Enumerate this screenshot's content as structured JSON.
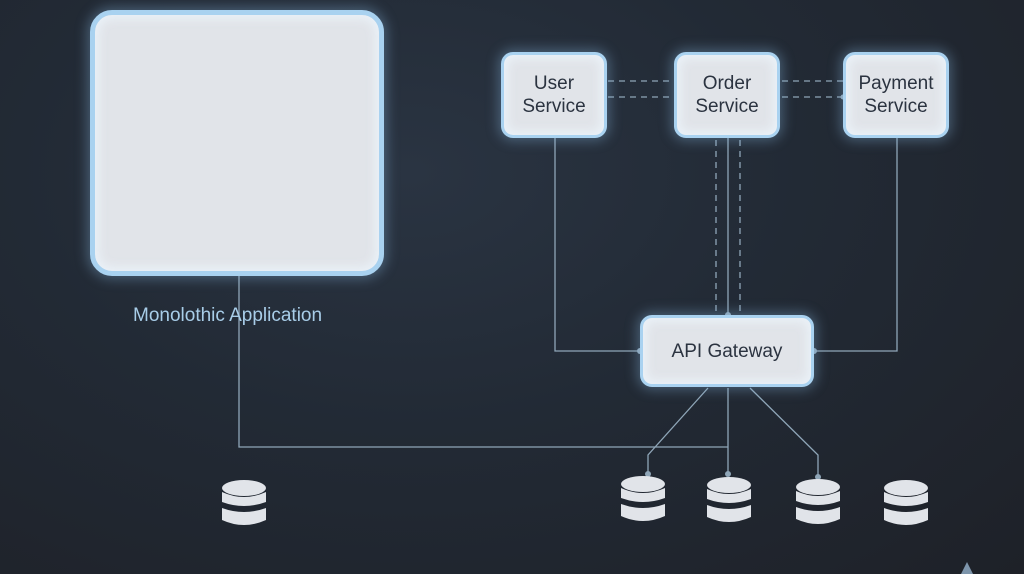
{
  "diagram": {
    "monolith": {
      "label": "Monolothic Application"
    },
    "services": [
      {
        "id": "user",
        "line1": "User",
        "line2": "Service"
      },
      {
        "id": "order",
        "line1": "Order",
        "line2": "Service"
      },
      {
        "id": "payment",
        "line1": "Payment",
        "line2": "Service"
      }
    ],
    "gateway": {
      "label": "API Gateway"
    },
    "databases": [
      {
        "id": "monolith-db"
      },
      {
        "id": "db-1"
      },
      {
        "id": "db-2"
      },
      {
        "id": "db-3"
      },
      {
        "id": "db-4"
      }
    ]
  },
  "colors": {
    "node_fill": "#e1e4e9",
    "node_border": "#a9d2f0",
    "label_text": "#a8cde8",
    "wire": "#8fa6b8",
    "background": "#222a35"
  }
}
